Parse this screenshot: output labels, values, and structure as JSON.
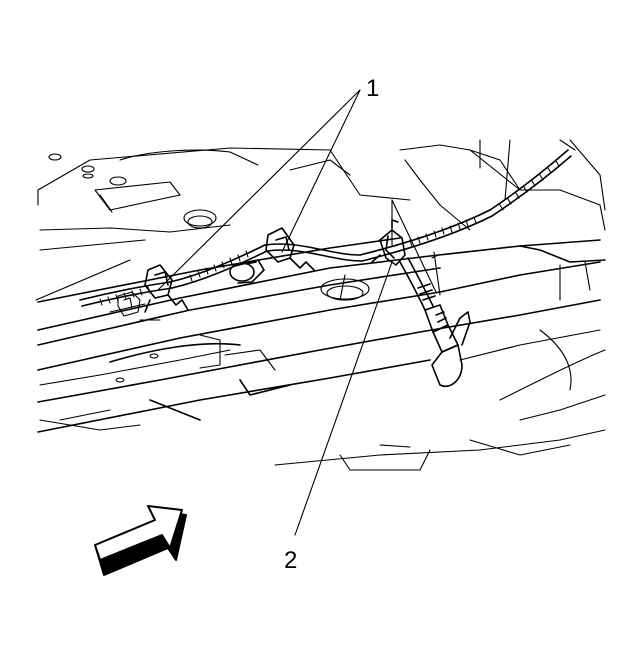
{
  "diagram": {
    "callouts": [
      {
        "id": "1",
        "label": "1",
        "target": "wiring-harness-clips"
      },
      {
        "id": "2",
        "label": "2",
        "target": "oxygen-sensor-connector-clip"
      }
    ],
    "icons": [
      "direction-arrow-icon"
    ],
    "colors": {
      "line": "#000000",
      "background": "#ffffff",
      "arrow_shadow": "#000000"
    }
  }
}
